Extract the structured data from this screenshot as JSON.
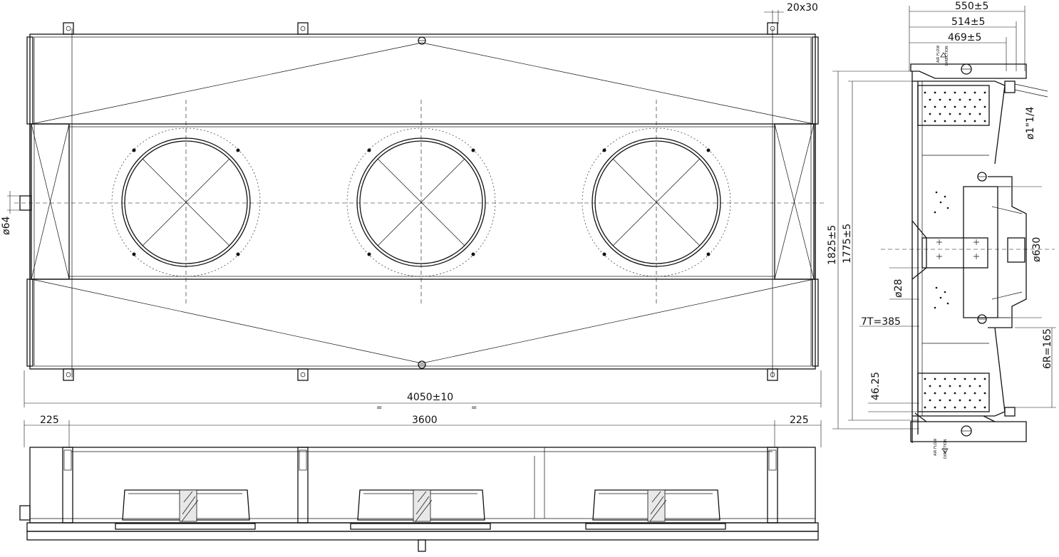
{
  "dimensions": {
    "bracket": "20x30",
    "overall_length": "4050±10",
    "equal_mark": "=",
    "end_left": "225",
    "fan_pitch_total": "3600",
    "end_right": "225",
    "inlet_diameter": "ø64",
    "depth_overall": "550±5",
    "depth_2": "514±5",
    "depth_3": "469±5",
    "height_overall": "1825±5",
    "height_2": "1775±5",
    "pipe": "ø1\"1/4",
    "fan_diameter": "ø630",
    "hole_diameter": "ø28",
    "tubes": "7T=385",
    "rows": "6R=165",
    "offset": "46.25"
  },
  "airflow": {
    "label": "AIR FLOW",
    "direction": "DIRECTION"
  },
  "colors": {
    "line": "#111111",
    "background": "#ffffff"
  }
}
